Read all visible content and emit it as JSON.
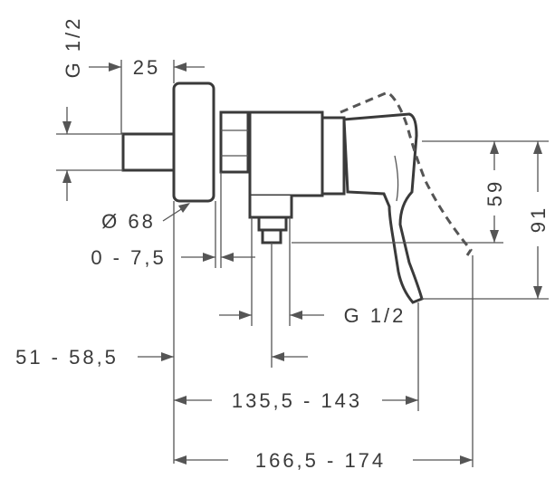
{
  "labels": {
    "thread_top": "G 1/2",
    "width_25": "25",
    "diameter": "Ø 68",
    "range_0_7_5": "0 - 7,5",
    "thread_bottom": "G 1/2",
    "range_51_58_5": "51 - 58,5",
    "range_135_5_143": "135,5 - 143",
    "range_166_5_174": "166,5 - 174",
    "height_59": "59",
    "height_91": "91"
  }
}
